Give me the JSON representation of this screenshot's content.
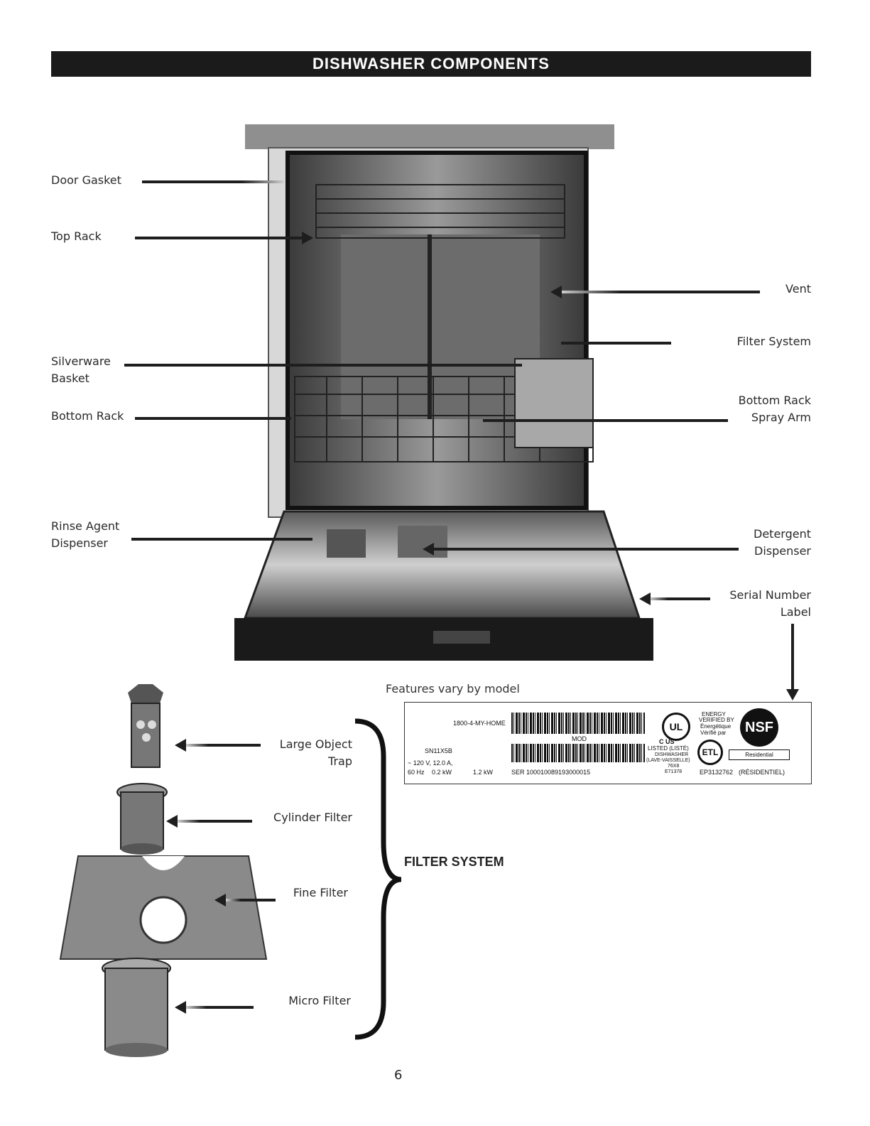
{
  "header": {
    "title": "DISHWASHER COMPONENTS"
  },
  "callouts": {
    "door_gasket": "Door Gasket",
    "top_rack": "Top Rack",
    "silverware_basket": "Silverware\nBasket",
    "bottom_rack": "Bottom Rack",
    "rinse_agent_dispenser": "Rinse Agent\nDispenser",
    "vent": "Vent",
    "filter_system": "Filter System",
    "bottom_rack_spray_arm": "Bottom Rack\nSpray Arm",
    "detergent_dispenser": "Detergent\nDispenser",
    "serial_number_label": "Serial Number\nLabel"
  },
  "caption": "Features vary by model",
  "serial_label": {
    "phone": "1800-4-MY-HOME",
    "mod": "MOD",
    "sn": "SN11X5B",
    "electrical": "~ 120 V, 12.0 A,",
    "freq": "60 Hz",
    "power": "0.2 kW",
    "kw": "1.2 kW",
    "ser": "SER 100010089193000015",
    "ul": "UL",
    "c_us": "C   US",
    "listed": "LISTED (LISTÉ)",
    "dishwasher": "DISHWASHER",
    "lave": "(LAVE-VAISSELLE)",
    "code1": "76X8",
    "code2": "E71378",
    "energy": "ENERGY",
    "verified": "VERIFIED BY",
    "energetique": "Énergétique",
    "verifie": "Vérifié par",
    "etl": "ETL",
    "nsf": "NSF",
    "residential": "Residential",
    "ep": "EP3132762",
    "residentiel": "(RÉSIDENTIEL)"
  },
  "filter_section": {
    "large_object_trap": "Large Object\nTrap",
    "cylinder_filter": "Cylinder Filter",
    "fine_filter": "Fine Filter",
    "micro_filter": "Micro Filter",
    "title": "FILTER SYSTEM"
  },
  "page_number": "6"
}
